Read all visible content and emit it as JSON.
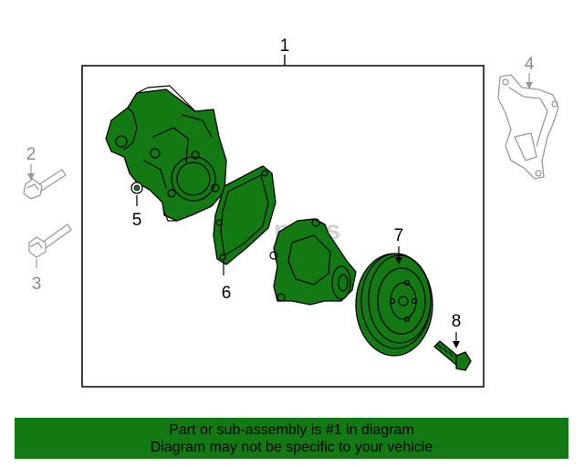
{
  "callouts": {
    "c1": "1",
    "c2": "2",
    "c3": "3",
    "c4": "4",
    "c5": "5",
    "c6": "6",
    "c7": "7",
    "c8": "8"
  },
  "watermark": "parts",
  "banner": {
    "line1": "Part or sub-assembly is #1 in diagram",
    "line2": "Diagram may not be specific to your vehicle"
  },
  "colors": {
    "highlight": "#137a13",
    "outline": "#000000",
    "secondary": "#9a9a9a"
  }
}
